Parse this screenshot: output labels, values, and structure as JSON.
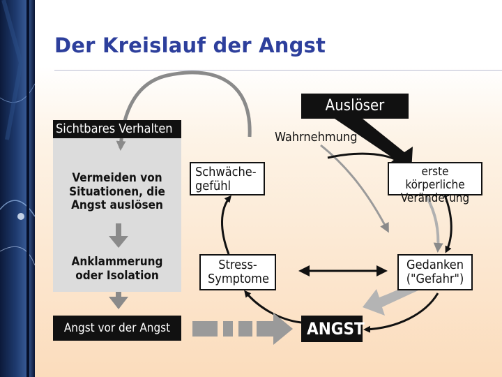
{
  "slide": {
    "title": "Der Kreislauf der Angst"
  },
  "diagram": {
    "trigger": "Auslöser",
    "perception": "Wahrnehmung",
    "visible_behavior": "Sichtbares Verhalten",
    "avoidance": "Vermeiden von Situationen, die Angst auslösen",
    "clinging": "Anklammerung oder Isolation",
    "fear_of_fear": "Angst vor der Angst",
    "weakness": "Schwäche-gefühl",
    "first_change": "erste körperliche Veränderung",
    "stress_symptoms": "Stress-Symptome",
    "thoughts": "Gedanken (\"Gefahr\")",
    "fear": "ANGST"
  },
  "colors": {
    "title": "#2d3f9c",
    "dark_label": "#111111",
    "panel": "#dcdcdc",
    "grey_arrow": "#9a9a9a",
    "light_grey_arrow": "#b4b4b4"
  }
}
